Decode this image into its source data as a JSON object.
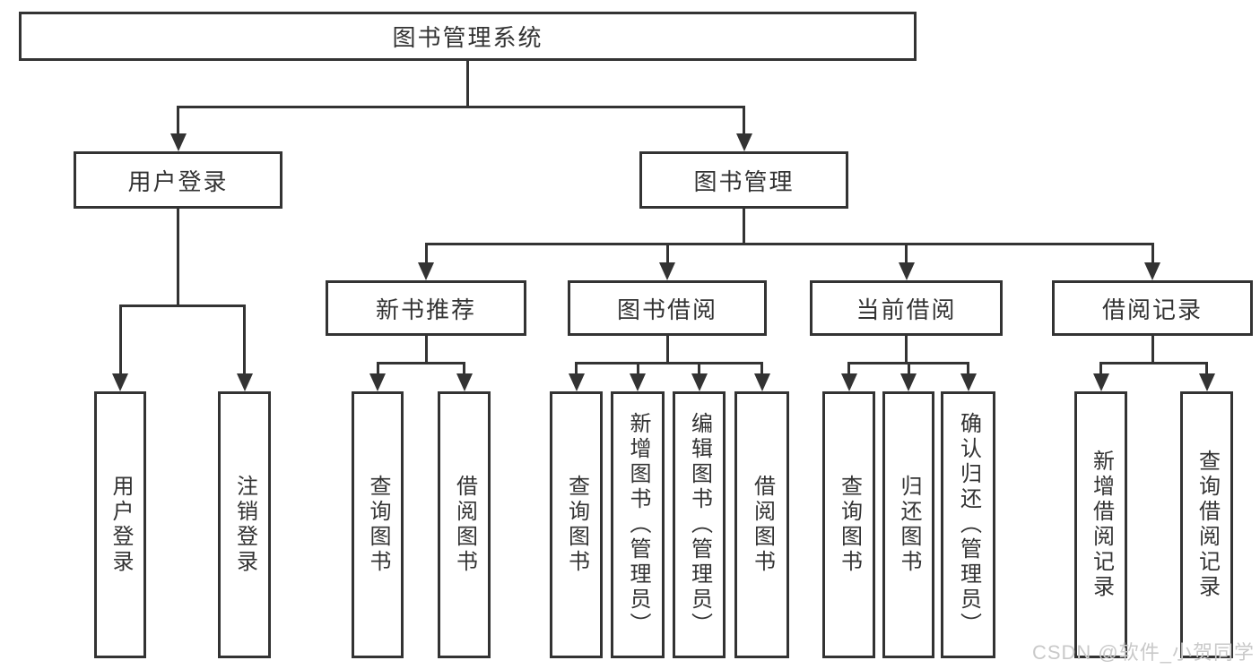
{
  "diagram_title": "图书管理系统",
  "nodes": {
    "root": {
      "label": "图书管理系统"
    },
    "user_login": {
      "label": "用户登录"
    },
    "book_mgmt": {
      "label": "图书管理"
    },
    "new_book_rec": {
      "label": "新书推荐"
    },
    "book_borrow": {
      "label": "图书借阅"
    },
    "current_borrow": {
      "label": "当前借阅"
    },
    "borrow_records": {
      "label": "借阅记录"
    },
    "leaf_user_login": {
      "label": "用户登录"
    },
    "leaf_logout": {
      "label": "注销登录"
    },
    "nbr_query": {
      "label": "查询图书"
    },
    "nbr_borrow": {
      "label": "借阅图书"
    },
    "bb_query": {
      "label": "查询图书"
    },
    "bb_add": {
      "label": "新增图书（管理员）"
    },
    "bb_edit": {
      "label": "编辑图书（管理员）"
    },
    "bb_borrow": {
      "label": "借阅图书"
    },
    "cb_query": {
      "label": "查询图书"
    },
    "cb_return": {
      "label": "归还图书"
    },
    "cb_confirm": {
      "label": "确认归还（管理员）"
    },
    "br_add": {
      "label": "新增借阅记录"
    },
    "br_query": {
      "label": "查询借阅记录"
    }
  },
  "hierarchy": {
    "id": "root",
    "children": [
      {
        "id": "user_login",
        "children": [
          {
            "id": "leaf_user_login"
          },
          {
            "id": "leaf_logout"
          }
        ]
      },
      {
        "id": "book_mgmt",
        "children": [
          {
            "id": "new_book_rec",
            "children": [
              {
                "id": "nbr_query"
              },
              {
                "id": "nbr_borrow"
              }
            ]
          },
          {
            "id": "book_borrow",
            "children": [
              {
                "id": "bb_query"
              },
              {
                "id": "bb_add"
              },
              {
                "id": "bb_edit"
              },
              {
                "id": "bb_borrow"
              }
            ]
          },
          {
            "id": "current_borrow",
            "children": [
              {
                "id": "cb_query"
              },
              {
                "id": "cb_return"
              },
              {
                "id": "cb_confirm"
              }
            ]
          },
          {
            "id": "borrow_records",
            "children": [
              {
                "id": "br_add"
              },
              {
                "id": "br_query"
              }
            ]
          }
        ]
      }
    ]
  },
  "watermark": {
    "text": "CSDN @软件_小贺同学"
  },
  "colors": {
    "line": "#333333",
    "box_border": "#333333",
    "text": "#333333",
    "background": "#ffffff",
    "watermark": "#c9c9c9"
  }
}
